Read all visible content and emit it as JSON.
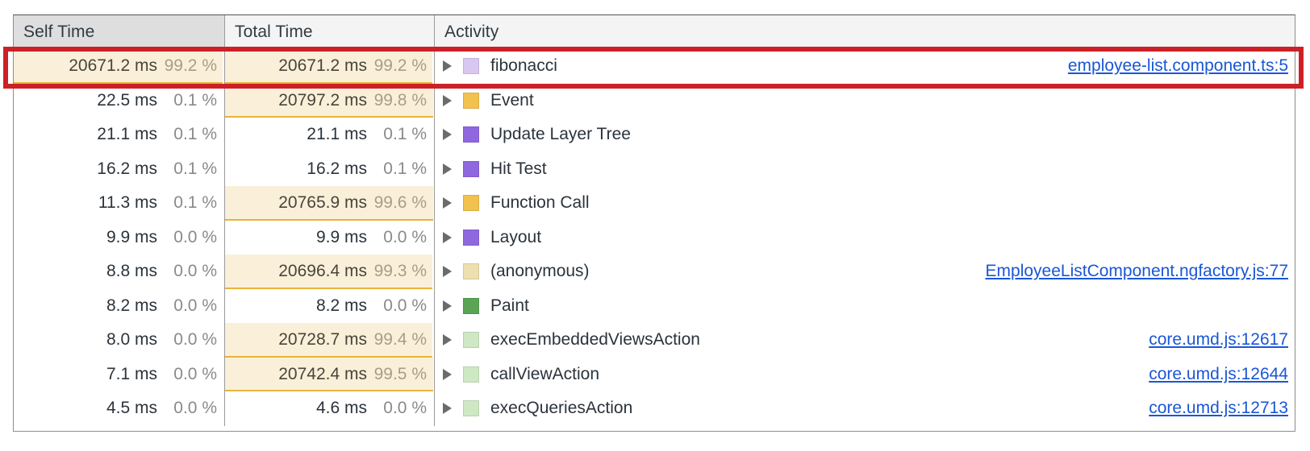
{
  "panel": {
    "title": "bottom-up-performance-table"
  },
  "columns": {
    "self_time": "Self Time",
    "total_time": "Total Time",
    "activity": "Activity"
  },
  "colors": {
    "bar_fill": "#faf0da",
    "bar_border": "#e8b43a",
    "link": "#1a56d6",
    "highlight_outline": "#cc2027",
    "sorted_header_bg": "#dedede",
    "header_bg": "#f4f4f4"
  },
  "highlight": {
    "row_index": 0,
    "label": "highlighted-row-fibonacci"
  },
  "rows": [
    {
      "self_ms": "20671.2 ms",
      "self_pct": "99.2 %",
      "self_bar_pct": 99.2,
      "total_ms": "20671.2 ms",
      "total_pct": "99.2 %",
      "total_bar_pct": 99.2,
      "activity": "fibonacci",
      "swatch": "#d9c7f2",
      "swatch_name": "scripting-light-purple",
      "source": "employee-list.component.ts:5"
    },
    {
      "self_ms": "22.5 ms",
      "self_pct": "0.1 %",
      "self_bar_pct": 0,
      "total_ms": "20797.2 ms",
      "total_pct": "99.8 %",
      "total_bar_pct": 99.8,
      "activity": "Event",
      "swatch": "#f2c14e",
      "swatch_name": "scripting-yellow",
      "source": ""
    },
    {
      "self_ms": "21.1 ms",
      "self_pct": "0.1 %",
      "self_bar_pct": 0,
      "total_ms": "21.1 ms",
      "total_pct": "0.1 %",
      "total_bar_pct": 0,
      "activity": "Update Layer Tree",
      "swatch": "#8f68e0",
      "swatch_name": "rendering-purple",
      "source": ""
    },
    {
      "self_ms": "16.2 ms",
      "self_pct": "0.1 %",
      "self_bar_pct": 0,
      "total_ms": "16.2 ms",
      "total_pct": "0.1 %",
      "total_bar_pct": 0,
      "activity": "Hit Test",
      "swatch": "#8f68e0",
      "swatch_name": "rendering-purple",
      "source": ""
    },
    {
      "self_ms": "11.3 ms",
      "self_pct": "0.1 %",
      "self_bar_pct": 0,
      "total_ms": "20765.9 ms",
      "total_pct": "99.6 %",
      "total_bar_pct": 99.6,
      "activity": "Function Call",
      "swatch": "#f2c14e",
      "swatch_name": "scripting-yellow",
      "source": ""
    },
    {
      "self_ms": "9.9 ms",
      "self_pct": "0.0 %",
      "self_bar_pct": 0,
      "total_ms": "9.9 ms",
      "total_pct": "0.0 %",
      "total_bar_pct": 0,
      "activity": "Layout",
      "swatch": "#8f68e0",
      "swatch_name": "rendering-purple",
      "source": ""
    },
    {
      "self_ms": "8.8 ms",
      "self_pct": "0.0 %",
      "self_bar_pct": 0,
      "total_ms": "20696.4 ms",
      "total_pct": "99.3 %",
      "total_bar_pct": 99.3,
      "activity": "(anonymous)",
      "swatch": "#ecdfb0",
      "swatch_name": "scripting-pale-yellow",
      "source": "EmployeeListComponent.ngfactory.js:77"
    },
    {
      "self_ms": "8.2 ms",
      "self_pct": "0.0 %",
      "self_bar_pct": 0,
      "total_ms": "8.2 ms",
      "total_pct": "0.0 %",
      "total_bar_pct": 0,
      "activity": "Paint",
      "swatch": "#5aa454",
      "swatch_name": "painting-green",
      "source": ""
    },
    {
      "self_ms": "8.0 ms",
      "self_pct": "0.0 %",
      "self_bar_pct": 0,
      "total_ms": "20728.7 ms",
      "total_pct": "99.4 %",
      "total_bar_pct": 99.4,
      "activity": "execEmbeddedViewsAction",
      "swatch": "#cfe8c4",
      "swatch_name": "painting-light-green",
      "source": "core.umd.js:12617"
    },
    {
      "self_ms": "7.1 ms",
      "self_pct": "0.0 %",
      "self_bar_pct": 0,
      "total_ms": "20742.4 ms",
      "total_pct": "99.5 %",
      "total_bar_pct": 99.5,
      "activity": "callViewAction",
      "swatch": "#cfe8c4",
      "swatch_name": "painting-light-green",
      "source": "core.umd.js:12644"
    },
    {
      "self_ms": "4.5 ms",
      "self_pct": "0.0 %",
      "self_bar_pct": 0,
      "total_ms": "4.6 ms",
      "total_pct": "0.0 %",
      "total_bar_pct": 0,
      "activity": "execQueriesAction",
      "swatch": "#cfe8c4",
      "swatch_name": "painting-light-green",
      "source": "core.umd.js:12713"
    }
  ]
}
